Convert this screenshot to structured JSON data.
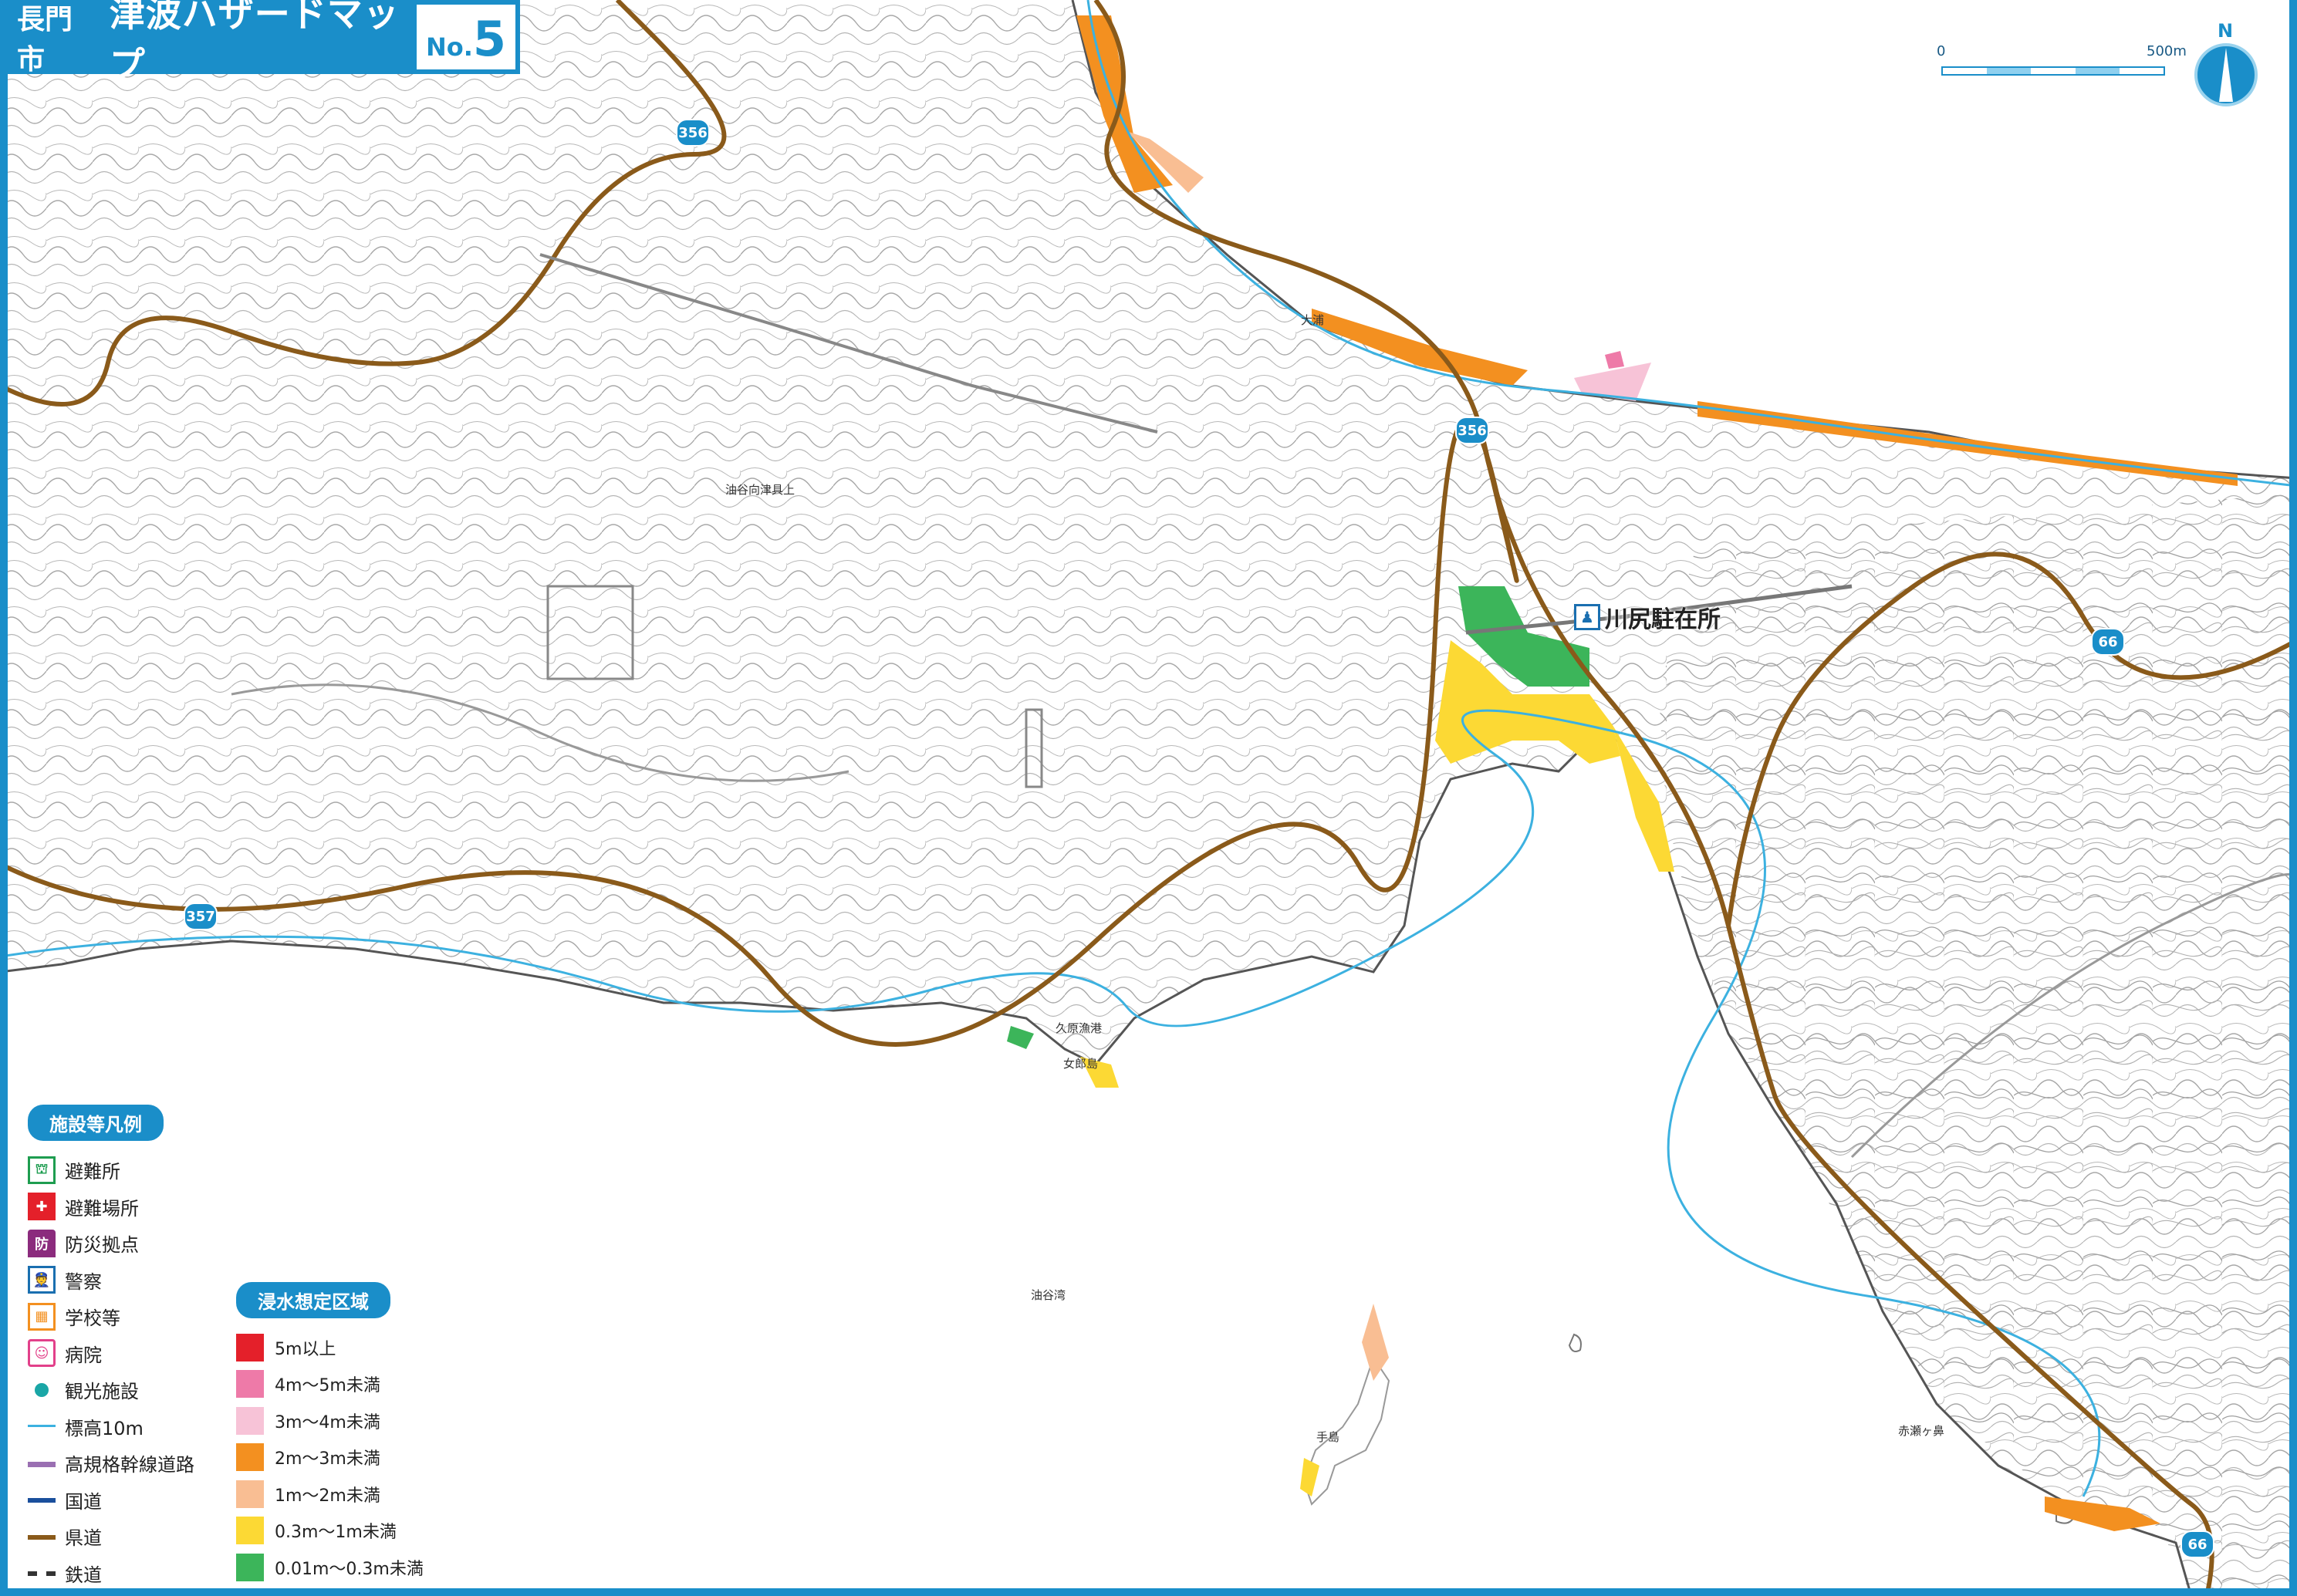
{
  "title": {
    "city": "長門市",
    "main": "津波ハザードマップ",
    "no_label": "No.",
    "no_number": "5"
  },
  "scale": {
    "min_label": "0",
    "max_label": "500m"
  },
  "compass": {
    "north": "N"
  },
  "colors": {
    "frame": "#1a8ec9",
    "contour": "#9a9a9a",
    "national_road": "#1a4f9c",
    "prefectural_road": "#8a5a1a",
    "elev10m": "#3cb1e0",
    "flood_5m_plus": "#e4202a",
    "flood_4_5": "#ee7aa8",
    "flood_3_4": "#f7c3d7",
    "flood_2_3": "#f39020",
    "flood_1_2": "#f9be93",
    "flood_03_1": "#fcd934",
    "flood_001_03": "#3cb55a"
  },
  "routes": {
    "r356a": "356",
    "r356b": "356",
    "r357": "357",
    "r66a": "66",
    "r66b": "66"
  },
  "places": {
    "police_station": "川尻駐在所",
    "bay": "油谷湾",
    "cape": "赤瀬ヶ鼻",
    "kubo_fishing_port": "久原漁港",
    "women_island": "女郎島",
    "oakura": "大浦",
    "teshima": "手島",
    "village": "油谷向津具上"
  },
  "facility_legend": {
    "heading": "施設等凡例",
    "items": [
      {
        "icon": "shelter-icon",
        "glyph": "⛫",
        "label": "避難所"
      },
      {
        "icon": "evacuation-site-icon",
        "glyph": "✚",
        "label": "避難場所"
      },
      {
        "icon": "disaster-base-icon",
        "glyph": "防",
        "label": "防災拠点"
      },
      {
        "icon": "police-icon",
        "glyph": "👮",
        "label": "警察"
      },
      {
        "icon": "school-icon",
        "glyph": "▦",
        "label": "学校等"
      },
      {
        "icon": "hospital-icon",
        "glyph": "☺",
        "label": "病院"
      },
      {
        "icon": "tourism-icon",
        "glyph": "",
        "label": "観光施設"
      },
      {
        "icon": "elevation-line-icon",
        "glyph": "",
        "label": "標高10m"
      },
      {
        "icon": "expressway-line-icon",
        "glyph": "",
        "label": "高規格幹線道路"
      },
      {
        "icon": "national-road-line-icon",
        "glyph": "",
        "label": "国道"
      },
      {
        "icon": "prefectural-road-line-icon",
        "glyph": "",
        "label": "県道"
      },
      {
        "icon": "railway-line-icon",
        "glyph": "",
        "label": "鉄道"
      }
    ]
  },
  "flood_legend": {
    "heading": "浸水想定区域",
    "items": [
      {
        "color": "#e4202a",
        "label": "5m以上"
      },
      {
        "color": "#ee7aa8",
        "label": "4m〜5m未満"
      },
      {
        "color": "#f7c3d7",
        "label": "3m〜4m未満"
      },
      {
        "color": "#f39020",
        "label": "2m〜3m未満"
      },
      {
        "color": "#f9be93",
        "label": "1m〜2m未満"
      },
      {
        "color": "#fcd934",
        "label": "0.3m〜1m未満"
      },
      {
        "color": "#3cb55a",
        "label": "0.01m〜0.3m未満"
      }
    ]
  }
}
